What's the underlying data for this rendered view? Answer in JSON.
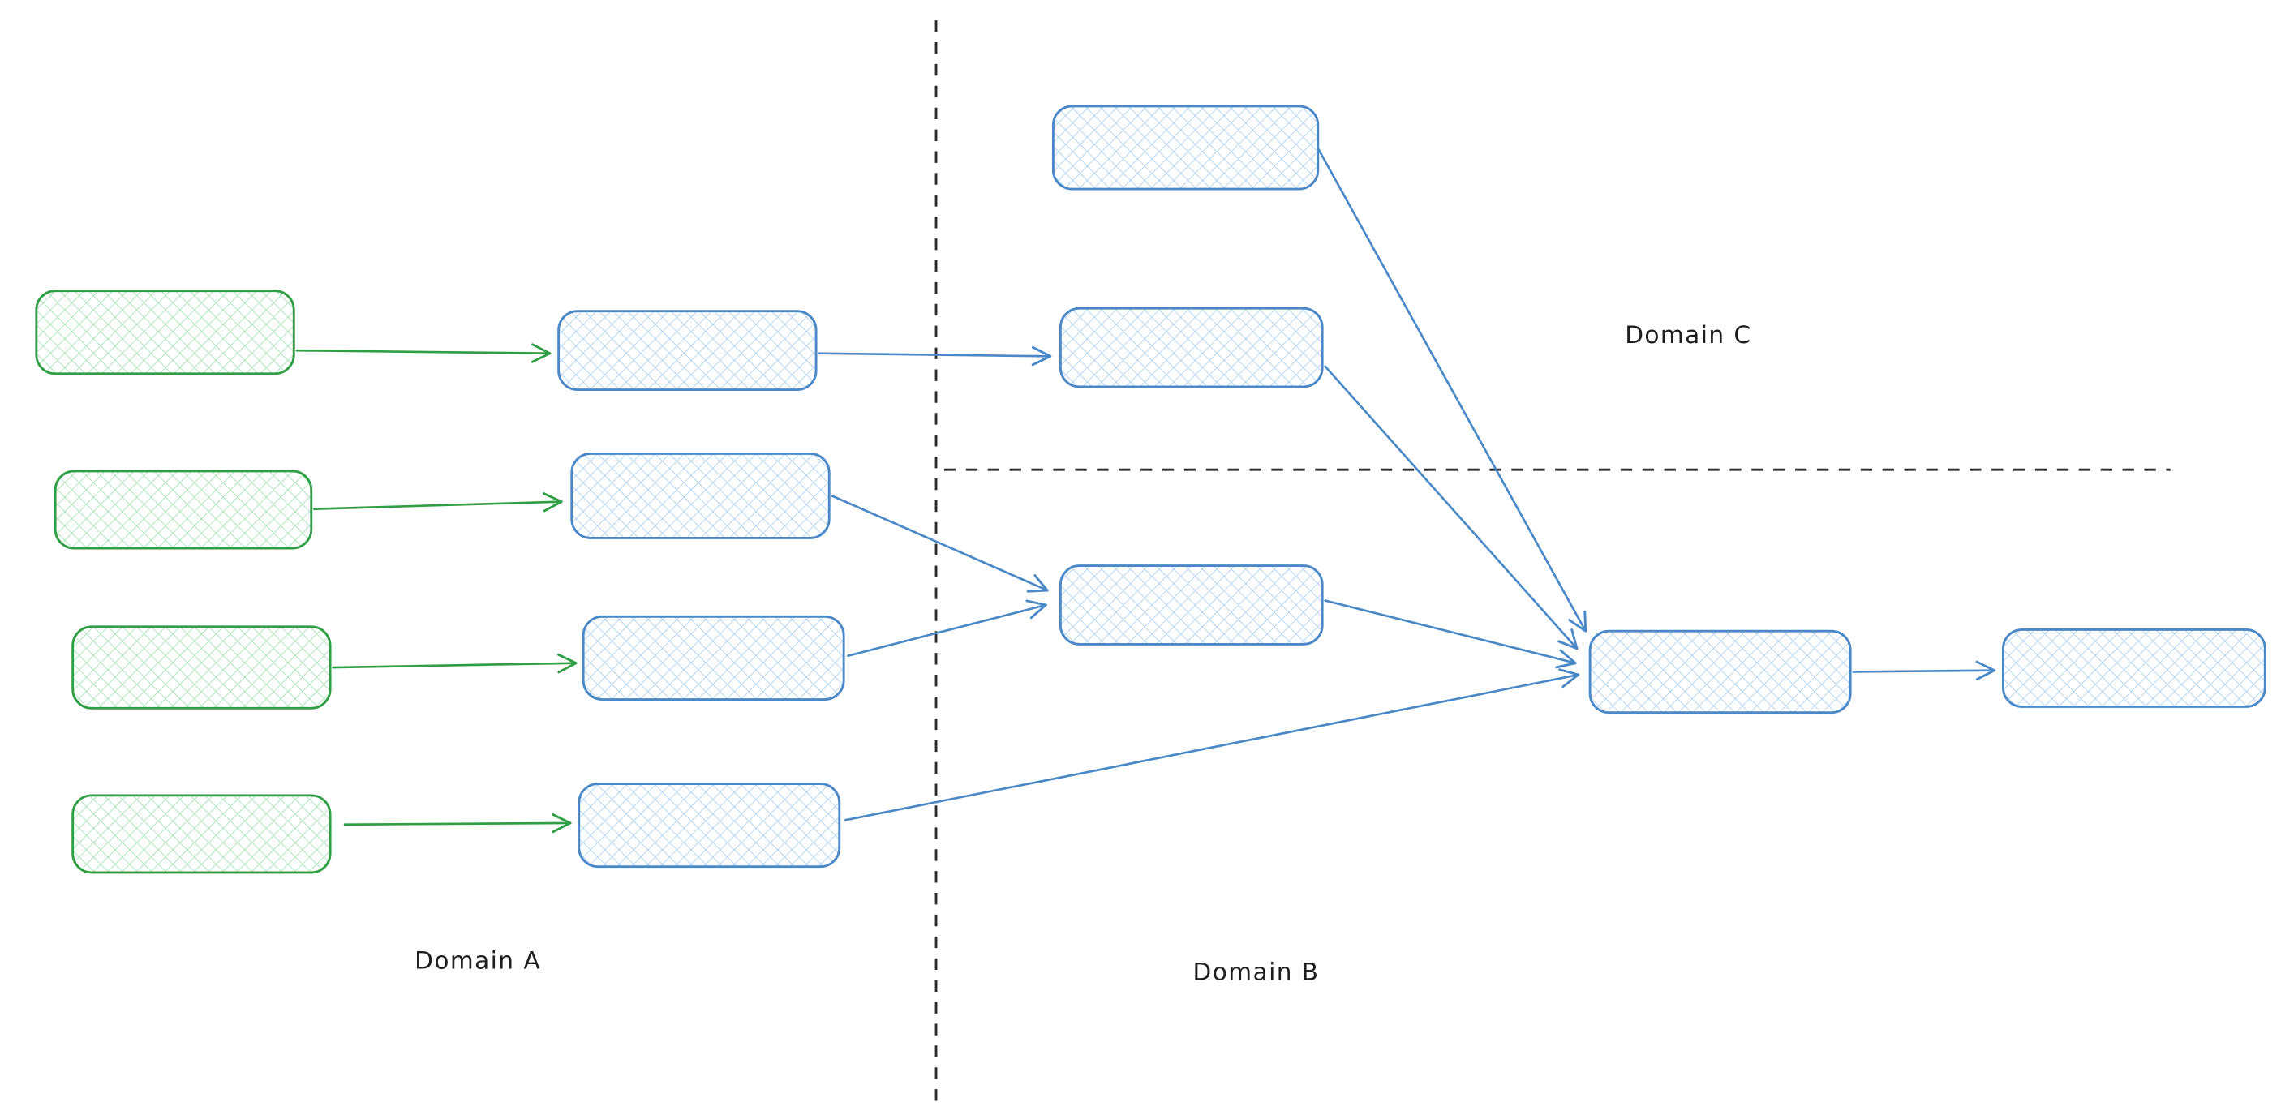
{
  "diagram": {
    "type": "flowchart",
    "labels": {
      "domain_a": "Domain A",
      "domain_b": "Domain B",
      "domain_c": "Domain C"
    },
    "colors": {
      "background": "#ffffff",
      "green_stroke": "#2f9e44",
      "green_hatch": "#9edfac",
      "blue_stroke": "#4a88c7",
      "blue_hatch": "#a6cdf0",
      "divider": "#2b2b2b",
      "label_text": "#1e1e1e"
    },
    "nodes": [
      {
        "id": "input-1",
        "domain": "A",
        "color": "green",
        "text": ""
      },
      {
        "id": "input-2",
        "domain": "A",
        "color": "green",
        "text": ""
      },
      {
        "id": "input-3",
        "domain": "A",
        "color": "green",
        "text": ""
      },
      {
        "id": "input-4",
        "domain": "A",
        "color": "green",
        "text": ""
      },
      {
        "id": "process-1",
        "domain": "A",
        "color": "blue",
        "text": ""
      },
      {
        "id": "process-2",
        "domain": "A",
        "color": "blue",
        "text": ""
      },
      {
        "id": "process-3",
        "domain": "A",
        "color": "blue",
        "text": ""
      },
      {
        "id": "process-4",
        "domain": "A",
        "color": "blue",
        "text": ""
      },
      {
        "id": "stage-c-1",
        "domain": "C",
        "color": "blue",
        "text": ""
      },
      {
        "id": "stage-c-2",
        "domain": "C",
        "color": "blue",
        "text": ""
      },
      {
        "id": "merge-b",
        "domain": "B",
        "color": "blue",
        "text": ""
      },
      {
        "id": "hub-b",
        "domain": "B",
        "color": "blue",
        "text": ""
      },
      {
        "id": "output-b",
        "domain": "B",
        "color": "blue",
        "text": ""
      }
    ],
    "edges": [
      {
        "from": "input-1",
        "to": "process-1",
        "color": "green"
      },
      {
        "from": "input-2",
        "to": "process-2",
        "color": "green"
      },
      {
        "from": "input-3",
        "to": "process-3",
        "color": "green"
      },
      {
        "from": "input-4",
        "to": "process-4",
        "color": "green"
      },
      {
        "from": "process-1",
        "to": "stage-c-2",
        "color": "blue"
      },
      {
        "from": "process-2",
        "to": "merge-b",
        "color": "blue"
      },
      {
        "from": "process-3",
        "to": "merge-b",
        "color": "blue"
      },
      {
        "from": "process-4",
        "to": "hub-b",
        "color": "blue"
      },
      {
        "from": "stage-c-1",
        "to": "hub-b",
        "color": "blue"
      },
      {
        "from": "stage-c-2",
        "to": "hub-b",
        "color": "blue"
      },
      {
        "from": "merge-b",
        "to": "hub-b",
        "color": "blue"
      },
      {
        "from": "hub-b",
        "to": "output-b",
        "color": "blue"
      }
    ]
  }
}
